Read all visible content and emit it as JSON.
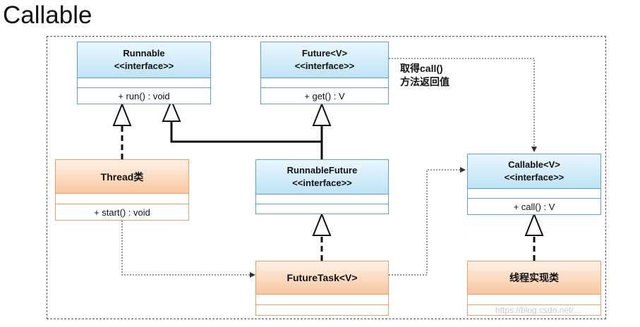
{
  "title": "Callable",
  "runnable": {
    "name": "Runnable",
    "stereotype": "<<interface>>",
    "method": "+ run() : void"
  },
  "future": {
    "name": "Future<V>",
    "stereotype": "<<interface>>",
    "method": "+ get() : V"
  },
  "runnable_future": {
    "name": "RunnableFuture",
    "stereotype": "<<interface>>"
  },
  "callable": {
    "name": "Callable<V>",
    "stereotype": "<<interface>>",
    "method": "+ call() : V"
  },
  "thread": {
    "name": "Thread类",
    "method": "+ start() : void"
  },
  "future_task": {
    "name": "FutureTask<V>"
  },
  "impl": {
    "name": "线程实现类"
  },
  "note": {
    "line1": "取得call()",
    "line2": "方法返回值"
  },
  "watermark": "https://blog.csdn.net/..."
}
